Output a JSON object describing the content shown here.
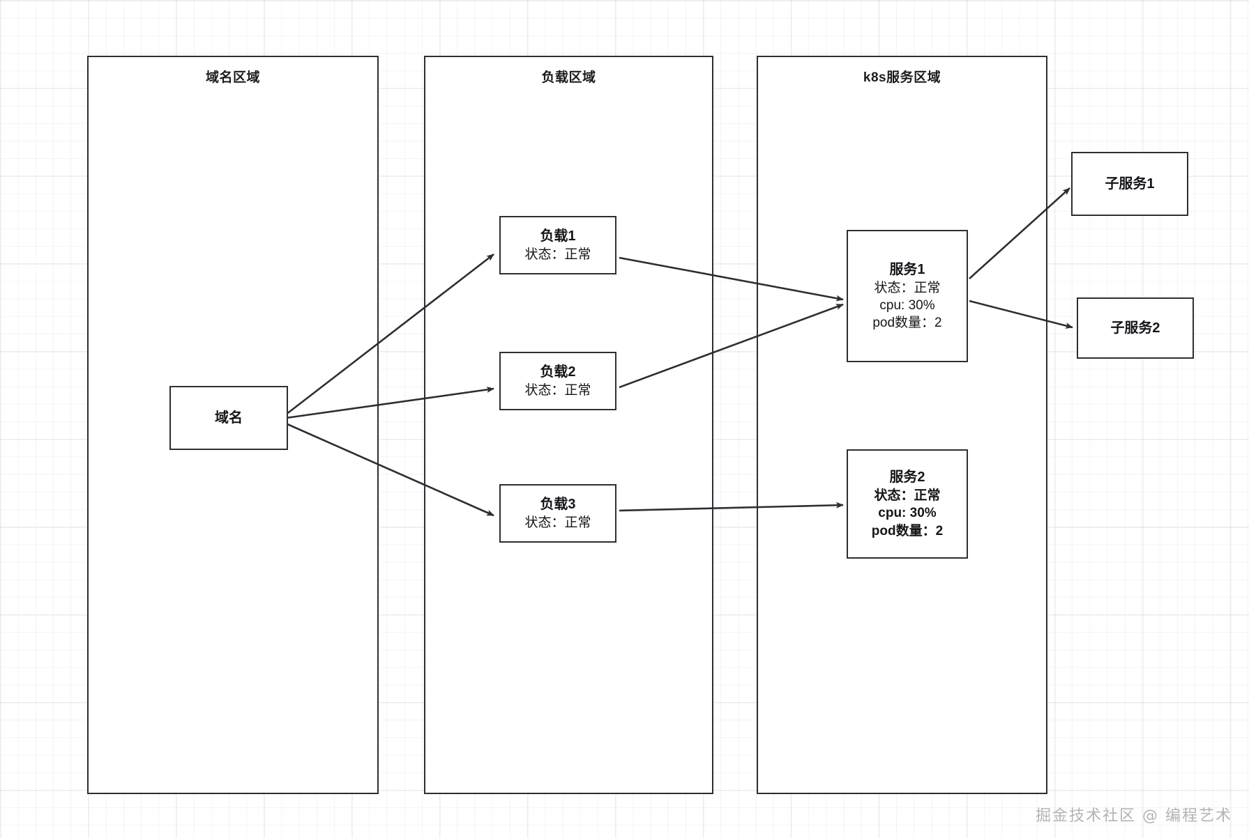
{
  "diagram": {
    "title_watermark": "掘金技术社区 @ 编程艺术",
    "colors": {
      "stroke": "#2b2e33",
      "text": "#15161a",
      "background": "#ffffff",
      "grid_minor": "#f0f0f0",
      "grid_major": "#e8e8e8",
      "watermark": "#b3b3b3"
    },
    "zones": [
      {
        "id": "domain-zone",
        "title": "域名区域"
      },
      {
        "id": "loadbalancer-zone",
        "title": "负载区域"
      },
      {
        "id": "k8s-zone",
        "title": "k8s服务区域"
      }
    ],
    "nodes": [
      {
        "id": "domain",
        "title": "域名",
        "lines": []
      },
      {
        "id": "lb1",
        "title": "负载1",
        "lines": [
          "状态：正常"
        ]
      },
      {
        "id": "lb2",
        "title": "负载2",
        "lines": [
          "状态：正常"
        ]
      },
      {
        "id": "lb3",
        "title": "负载3",
        "lines": [
          "状态：正常"
        ]
      },
      {
        "id": "svc1",
        "title": "服务1",
        "lines": [
          "状态：正常",
          "cpu: 30%",
          "pod数量：2"
        ]
      },
      {
        "id": "svc2",
        "title": "服务2",
        "lines": [
          "状态：正常",
          "cpu: 30%",
          "pod数量：2"
        ]
      },
      {
        "id": "subsvc1",
        "title": "子服务1",
        "lines": []
      },
      {
        "id": "subsvc2",
        "title": "子服务2",
        "lines": []
      }
    ],
    "edges": [
      {
        "from": "domain",
        "to": "lb1"
      },
      {
        "from": "domain",
        "to": "lb2"
      },
      {
        "from": "domain",
        "to": "lb3"
      },
      {
        "from": "lb1",
        "to": "svc1"
      },
      {
        "from": "lb2",
        "to": "svc1"
      },
      {
        "from": "lb3",
        "to": "svc2"
      },
      {
        "from": "svc1",
        "to": "subsvc1"
      },
      {
        "from": "svc1",
        "to": "subsvc2"
      }
    ]
  }
}
